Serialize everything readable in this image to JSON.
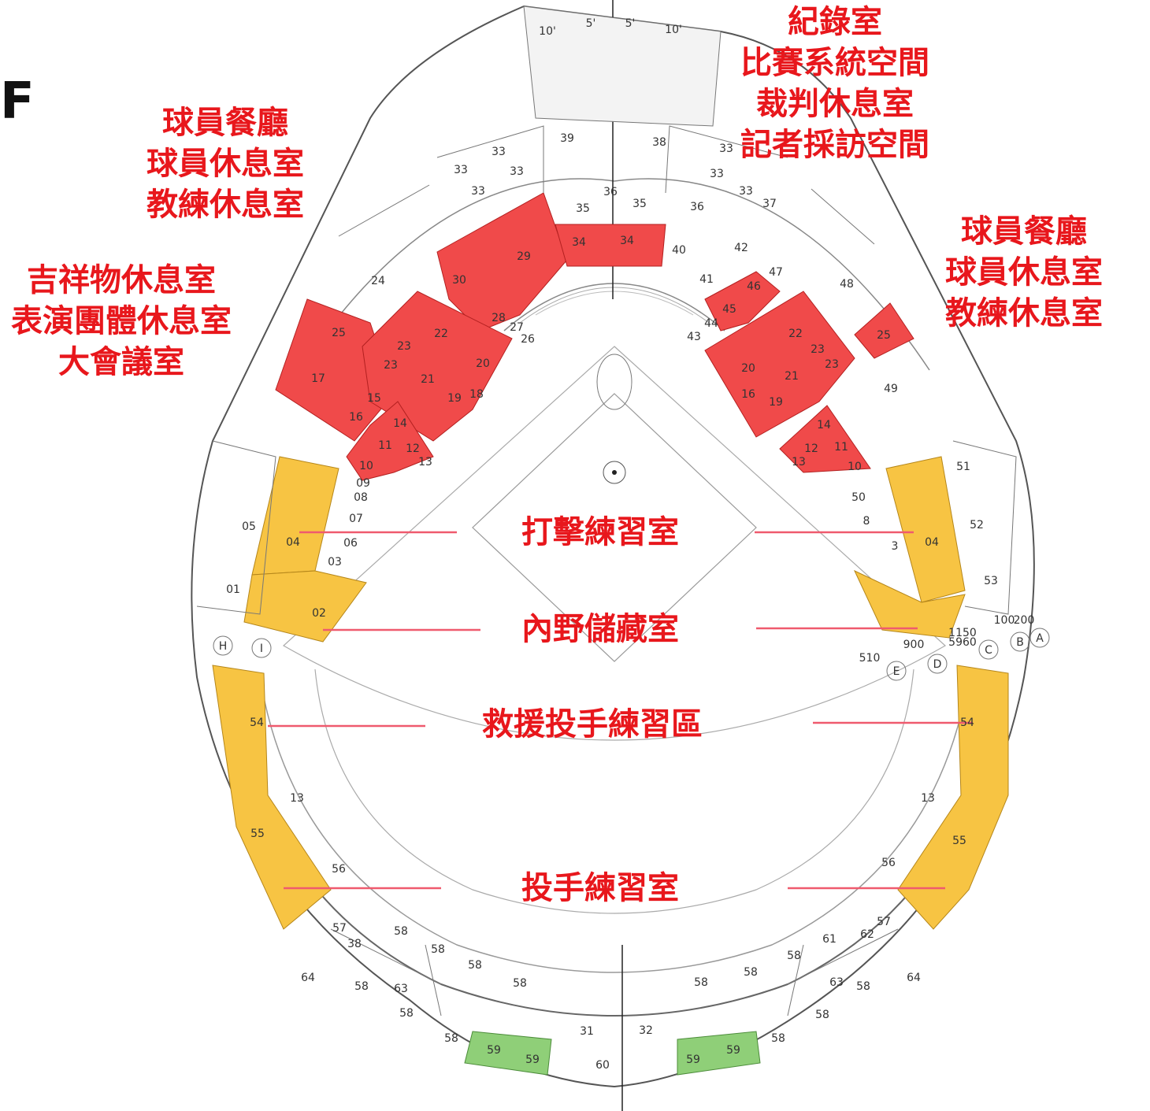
{
  "floor_label": "F",
  "callouts": {
    "top_center": [
      "紀錄室",
      "比賽系統空間",
      "裁判休息室",
      "記者採訪空間"
    ],
    "top_left": [
      "球員餐廳",
      "球員休息室",
      "教練休息室"
    ],
    "left": [
      "吉祥物休息室",
      "表演團體休息室",
      "大會議室"
    ],
    "right": [
      "球員餐廳",
      "球員休息室",
      "教練休息室"
    ],
    "batting": "打擊練習室",
    "infield_storage": "內野儲藏室",
    "bullpen": "救援投手練習區",
    "pitching": "投手練習室"
  },
  "legend_colors": {
    "red": "#f04a4a",
    "yellow": "#f7c443",
    "green": "#8fcf78"
  },
  "room_numbers": [
    "01",
    "02",
    "03",
    "04",
    "05",
    "06",
    "07",
    "08",
    "09",
    "10",
    "11",
    "12",
    "13",
    "14",
    "15",
    "16",
    "17",
    "18",
    "19",
    "20",
    "21",
    "22",
    "23",
    "24",
    "25",
    "26",
    "27",
    "28",
    "29",
    "30",
    "31",
    "32",
    "33",
    "34",
    "35",
    "36",
    "37",
    "38",
    "39",
    "40",
    "41",
    "42",
    "43",
    "44",
    "45",
    "46",
    "47",
    "48",
    "49",
    "50",
    "51",
    "52",
    "53",
    "54",
    "55",
    "56",
    "57",
    "58",
    "59",
    "60",
    "61",
    "62",
    "63",
    "64",
    "3",
    "8"
  ],
  "grid_markers": [
    "A",
    "B",
    "C",
    "D",
    "E",
    "H",
    "I"
  ],
  "dimensions": [
    "10'",
    "5'",
    "5'",
    "10'",
    "510",
    "900",
    "1150",
    "5960",
    "100",
    "200"
  ]
}
